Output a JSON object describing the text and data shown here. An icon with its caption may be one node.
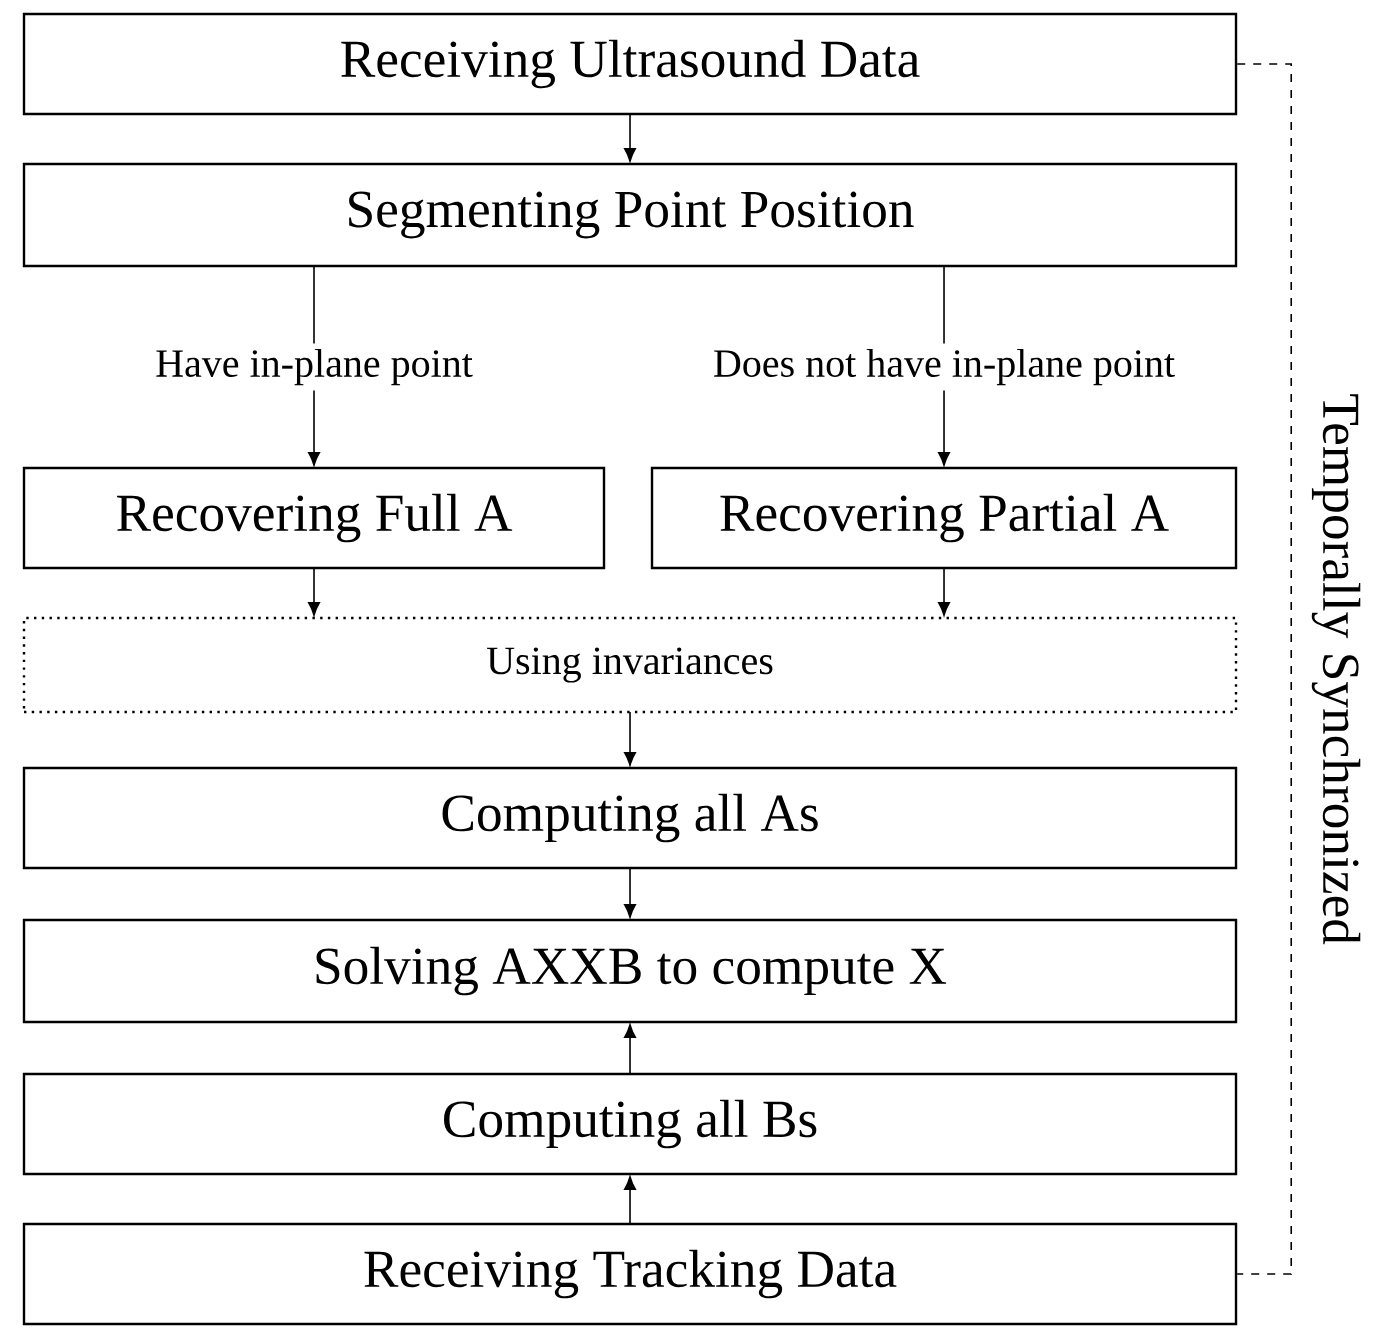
{
  "diagram": {
    "nodes": [
      {
        "text": [
          "Receiving Ultrasound Data"
        ]
      },
      {
        "text": [
          "Segmenting Point Position"
        ]
      },
      {
        "text": [
          "Recovering Full A"
        ]
      },
      {
        "text": [
          "Recovering Partial A"
        ]
      },
      {
        "text": [
          "Using invariances"
        ]
      },
      {
        "text": [
          "Computing all As"
        ]
      },
      {
        "text": [
          "Solving AXXB to compute X"
        ]
      },
      {
        "text": [
          "Computing all Bs"
        ]
      },
      {
        "text": [
          "Receiving Tracking Data"
        ]
      }
    ],
    "edges": [
      {
        "from": 0,
        "to": 1,
        "arrow": "to"
      },
      {
        "from": 1,
        "to": 2,
        "arrow": "to",
        "label": "Have in-plane point"
      },
      {
        "from": 1,
        "to": 3,
        "arrow": "to",
        "label": "Does not have in-plane point"
      },
      {
        "from": 2,
        "to": 4,
        "arrow": "to"
      },
      {
        "from": 3,
        "to": 4,
        "arrow": "to"
      },
      {
        "from": 4,
        "to": 5,
        "arrow": "to"
      },
      {
        "from": 5,
        "to": 6,
        "arrow": "to"
      },
      {
        "from": 7,
        "to": 6,
        "arrow": "to"
      },
      {
        "from": 8,
        "to": 7,
        "arrow": "to"
      },
      {
        "from": 0,
        "to": 8,
        "arrow": "none",
        "style": "dashed",
        "label": "Temporally Synchronized"
      }
    ]
  }
}
